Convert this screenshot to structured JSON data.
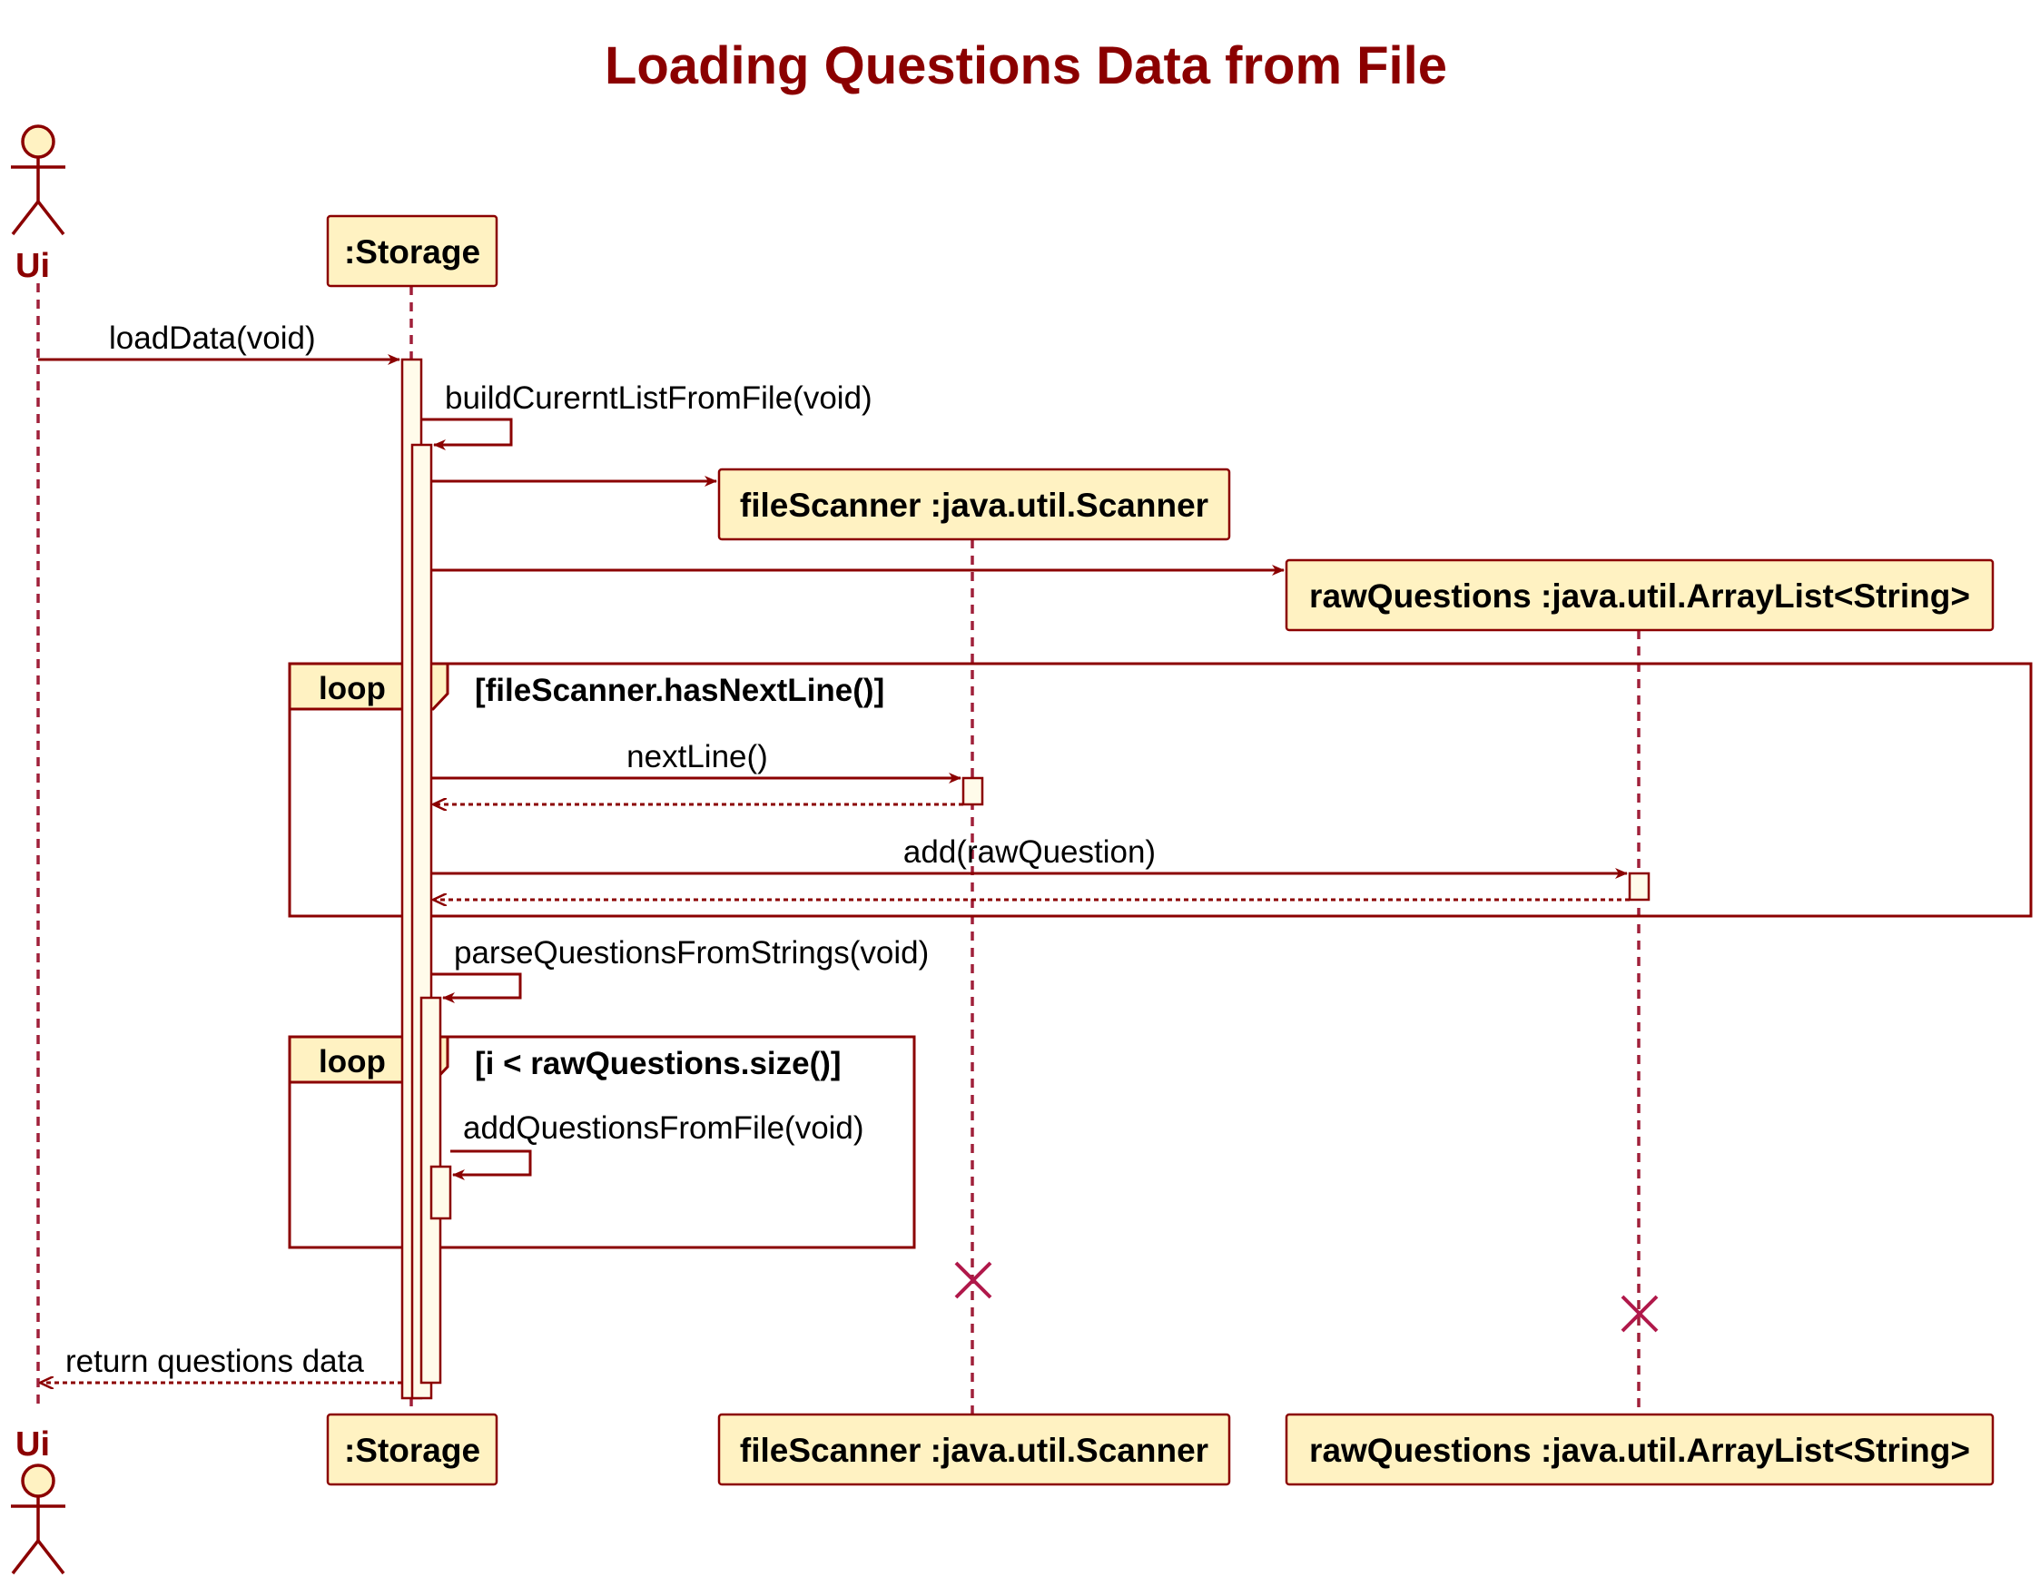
{
  "title": "Loading Questions Data from File",
  "participants": {
    "ui": "Ui",
    "storage": ":Storage",
    "scanner": "fileScanner :java.util.Scanner",
    "raw": "rawQuestions :java.util.ArrayList<String>"
  },
  "messages": {
    "load_data": "loadData(void)",
    "build_list": "buildCurerntListFromFile(void)",
    "next_line": "nextLine()",
    "add_raw": "add(rawQuestion)",
    "parse": "parseQuestionsFromStrings(void)",
    "add_questions": "addQuestionsFromFile(void)",
    "return_data": "return questions data"
  },
  "frames": {
    "loop1": {
      "keyword": "loop",
      "guard": "[fileScanner.hasNextLine()]"
    },
    "loop2": {
      "keyword": "loop",
      "guard": "[i < rawQuestions.size()]"
    }
  },
  "colors": {
    "primary": "#8B0000",
    "participant_fill": "#FFF2C2",
    "destroy_mark": "#B0184A"
  }
}
